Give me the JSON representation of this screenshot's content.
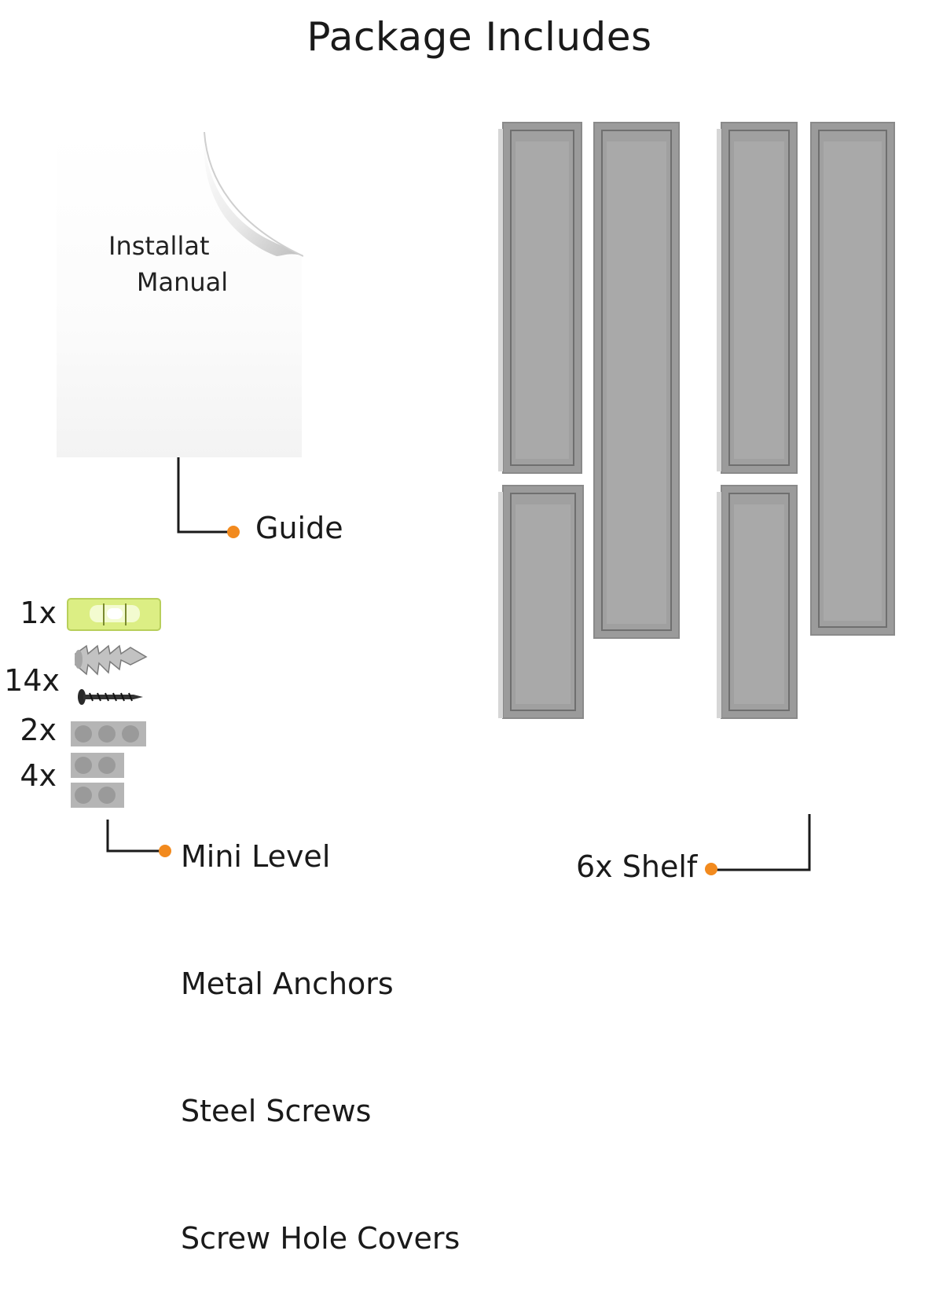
{
  "title": "Package Includes",
  "manual": {
    "line1": "Installat",
    "line2": "Manual"
  },
  "guide_label": "Guide",
  "hardware": {
    "quantities": [
      "1x",
      "14x",
      "2x",
      "4x"
    ],
    "items": [
      "Mini Level",
      "Metal Anchors",
      "Steel Screws",
      "Screw Hole Covers"
    ]
  },
  "shelf_label": "6x Shelf",
  "colors": {
    "accent": "#f28a1e",
    "shelf": "#9e9e9e",
    "level": "#d9ec7a"
  }
}
